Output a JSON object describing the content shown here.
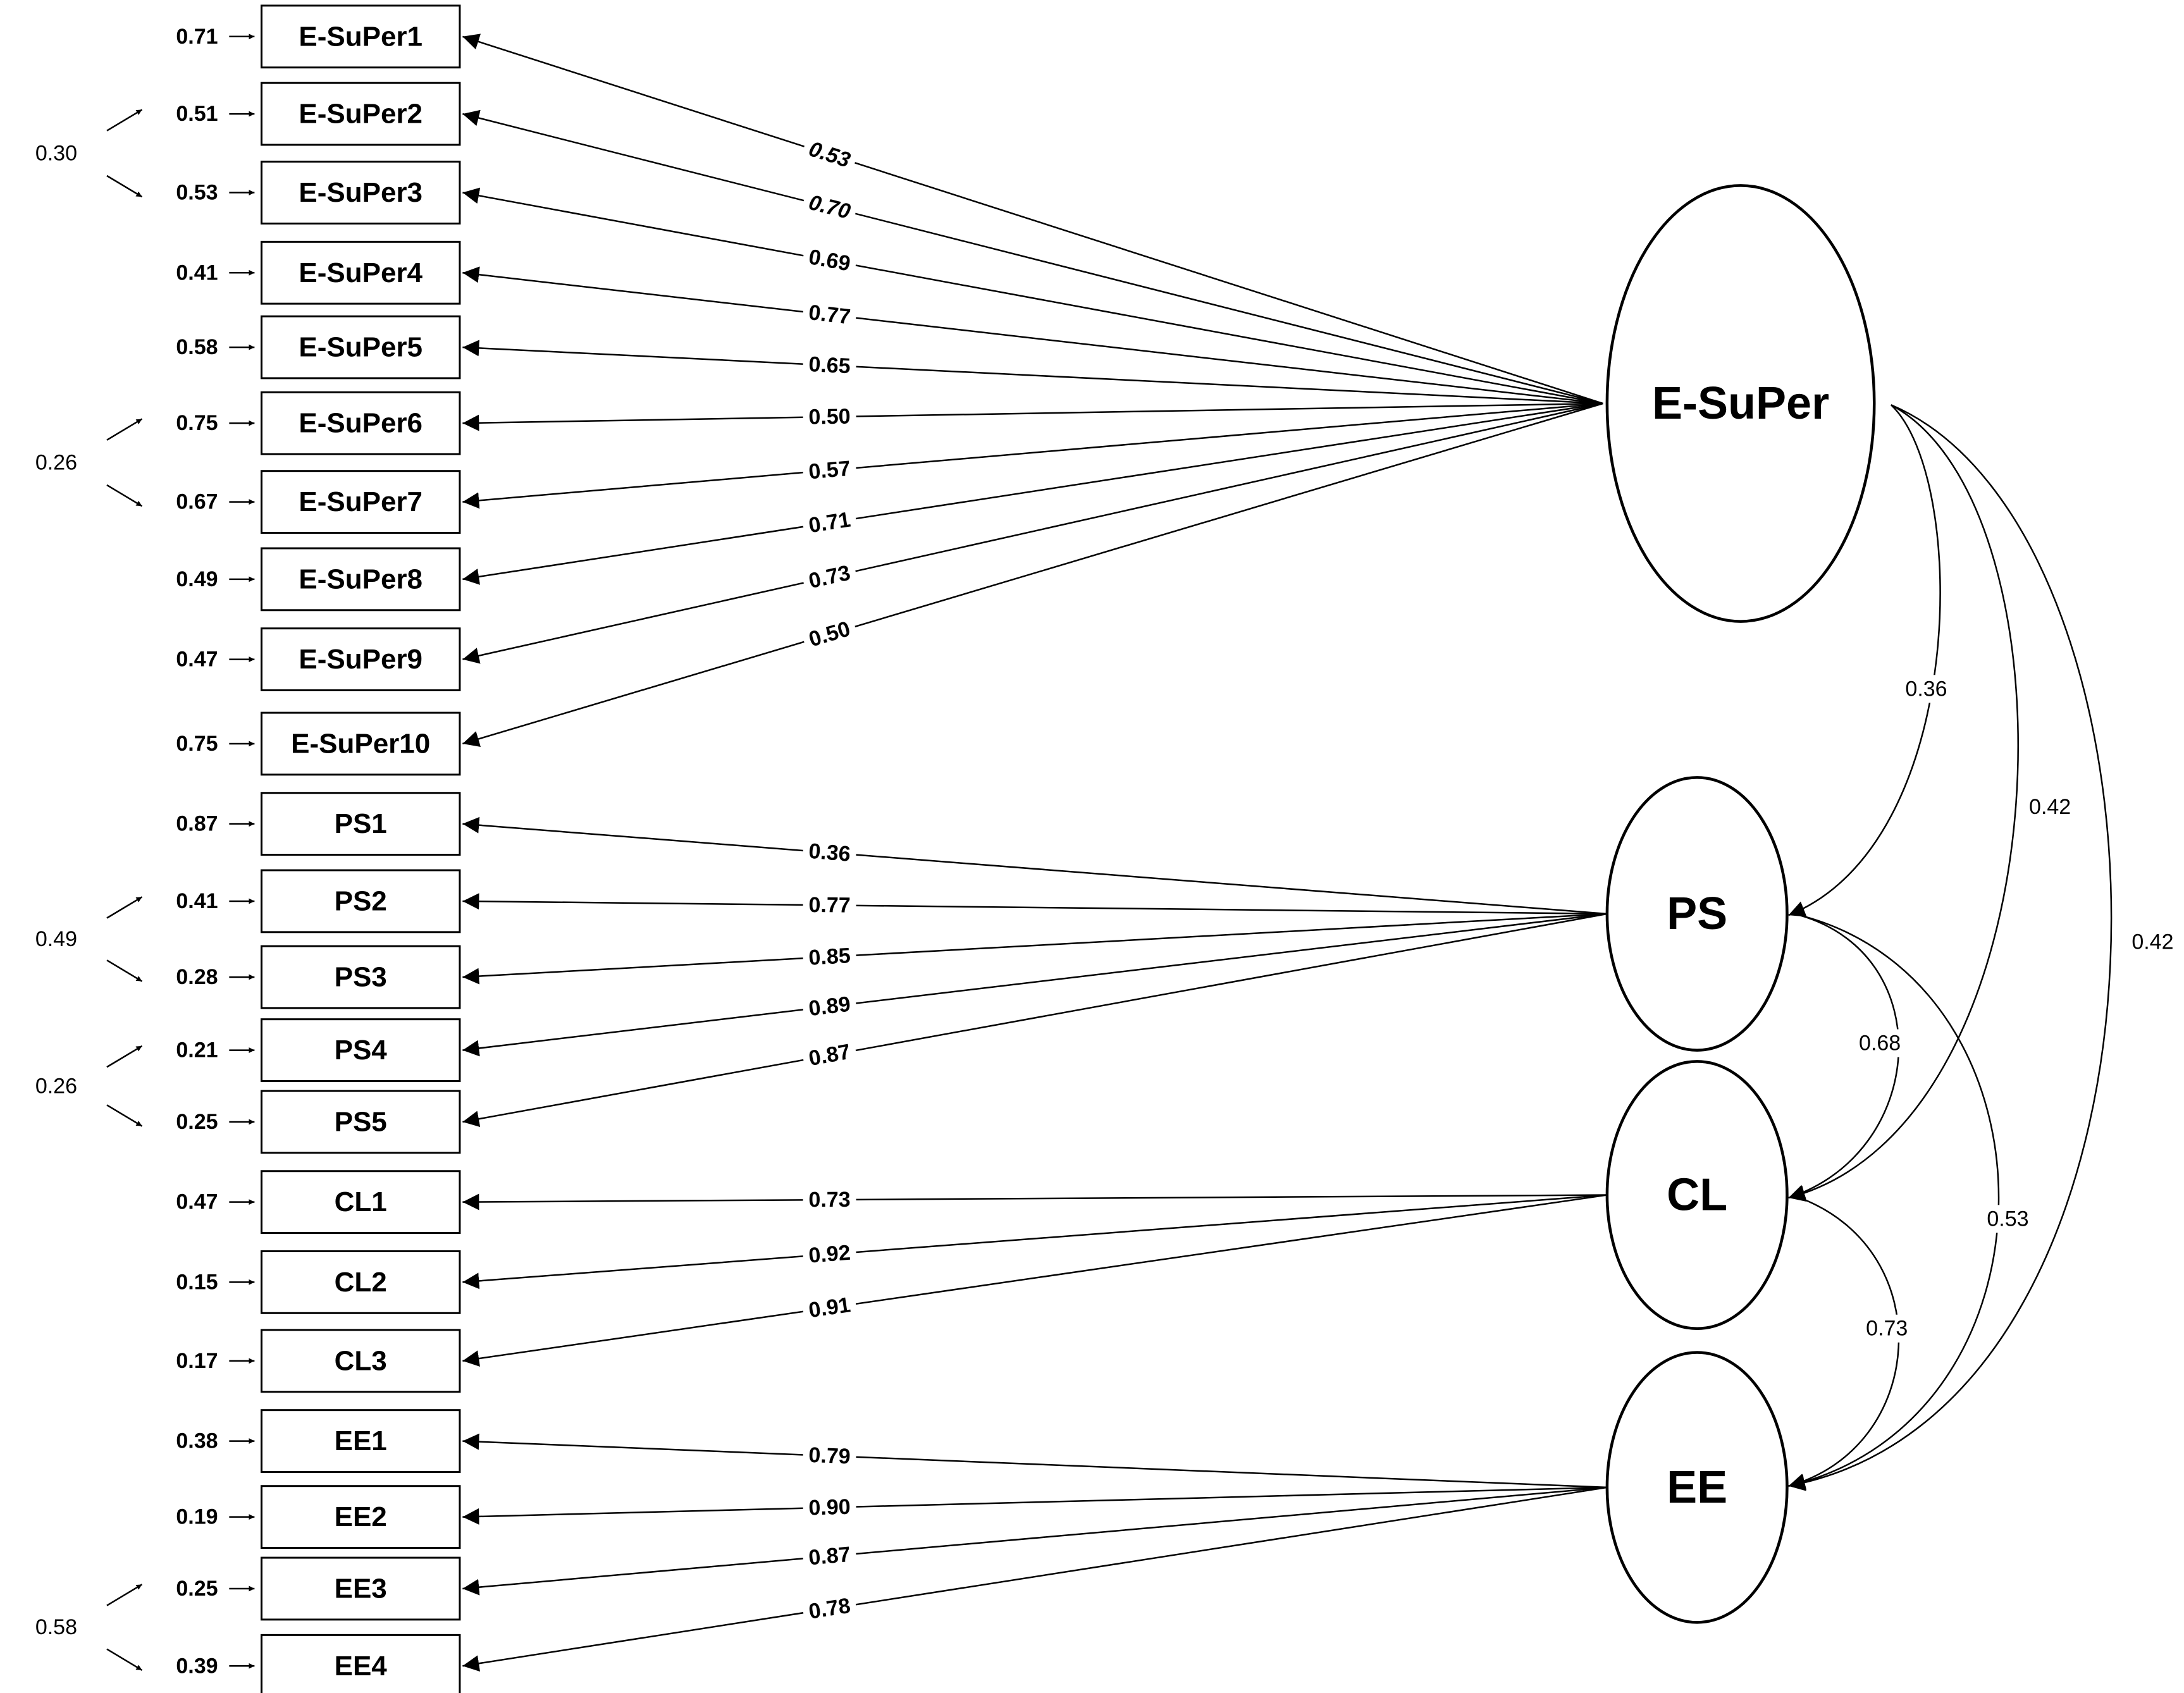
{
  "indicators": [
    {
      "label": "E-SuPer1",
      "error": "0.71",
      "loading": "0.53",
      "factor": "esuper",
      "italic": true
    },
    {
      "label": "E-SuPer2",
      "error": "0.51",
      "loading": "0.70",
      "factor": "esuper",
      "italic": true
    },
    {
      "label": "E-SuPer3",
      "error": "0.53",
      "loading": "0.69",
      "factor": "esuper",
      "italic": false
    },
    {
      "label": "E-SuPer4",
      "error": "0.41",
      "loading": "0.77",
      "factor": "esuper",
      "italic": false
    },
    {
      "label": "E-SuPer5",
      "error": "0.58",
      "loading": "0.65",
      "factor": "esuper",
      "italic": false
    },
    {
      "label": "E-SuPer6",
      "error": "0.75",
      "loading": "0.50",
      "factor": "esuper",
      "italic": false
    },
    {
      "label": "E-SuPer7",
      "error": "0.67",
      "loading": "0.57",
      "factor": "esuper",
      "italic": false
    },
    {
      "label": "E-SuPer8",
      "error": "0.49",
      "loading": "0.71",
      "factor": "esuper",
      "italic": false
    },
    {
      "label": "E-SuPer9",
      "error": "0.47",
      "loading": "0.73",
      "factor": "esuper",
      "italic": false
    },
    {
      "label": "E-SuPer10",
      "error": "0.75",
      "loading": "0.50",
      "factor": "esuper",
      "italic": false
    },
    {
      "label": "PS1",
      "error": "0.87",
      "loading": "0.36",
      "factor": "ps",
      "italic": false
    },
    {
      "label": "PS2",
      "error": "0.41",
      "loading": "0.77",
      "factor": "ps",
      "italic": false
    },
    {
      "label": "PS3",
      "error": "0.28",
      "loading": "0.85",
      "factor": "ps",
      "italic": false
    },
    {
      "label": "PS4",
      "error": "0.21",
      "loading": "0.89",
      "factor": "ps",
      "italic": false
    },
    {
      "label": "PS5",
      "error": "0.25",
      "loading": "0.87",
      "factor": "ps",
      "italic": false
    },
    {
      "label": "CL1",
      "error": "0.47",
      "loading": "0.73",
      "factor": "cl",
      "italic": false
    },
    {
      "label": "CL2",
      "error": "0.15",
      "loading": "0.92",
      "factor": "cl",
      "italic": false
    },
    {
      "label": "CL3",
      "error": "0.17",
      "loading": "0.91",
      "factor": "cl",
      "italic": false
    },
    {
      "label": "EE1",
      "error": "0.38",
      "loading": "0.79",
      "factor": "ee",
      "italic": false
    },
    {
      "label": "EE2",
      "error": "0.19",
      "loading": "0.90",
      "factor": "ee",
      "italic": false
    },
    {
      "label": "EE3",
      "error": "0.25",
      "loading": "0.87",
      "factor": "ee",
      "italic": false
    },
    {
      "label": "EE4",
      "error": "0.39",
      "loading": "0.78",
      "factor": "ee",
      "italic": false
    }
  ],
  "latents": [
    {
      "key": "esuper",
      "label": "E-SuPer"
    },
    {
      "key": "ps",
      "label": "PS"
    },
    {
      "key": "cl",
      "label": "CL"
    },
    {
      "key": "ee",
      "label": "EE"
    }
  ],
  "error_covariances": [
    {
      "between": [
        "E-SuPer2",
        "E-SuPer3"
      ],
      "value": "0.30"
    },
    {
      "between": [
        "E-SuPer6",
        "E-SuPer7"
      ],
      "value": "0.26"
    },
    {
      "between": [
        "PS2",
        "PS3"
      ],
      "value": "0.49"
    },
    {
      "between": [
        "PS4",
        "PS5"
      ],
      "value": "0.26"
    },
    {
      "between": [
        "EE3",
        "EE4"
      ],
      "value": "0.58"
    }
  ],
  "factor_correlations": [
    {
      "from": "esuper",
      "to": "ps",
      "value": "0.36"
    },
    {
      "from": "esuper",
      "to": "cl",
      "value": "0.42"
    },
    {
      "from": "esuper",
      "to": "ee",
      "value": "0.42"
    },
    {
      "from": "ps",
      "to": "cl",
      "value": "0.68"
    },
    {
      "from": "ps",
      "to": "ee",
      "value": "0.53"
    },
    {
      "from": "cl",
      "to": "ee",
      "value": "0.73"
    }
  ]
}
